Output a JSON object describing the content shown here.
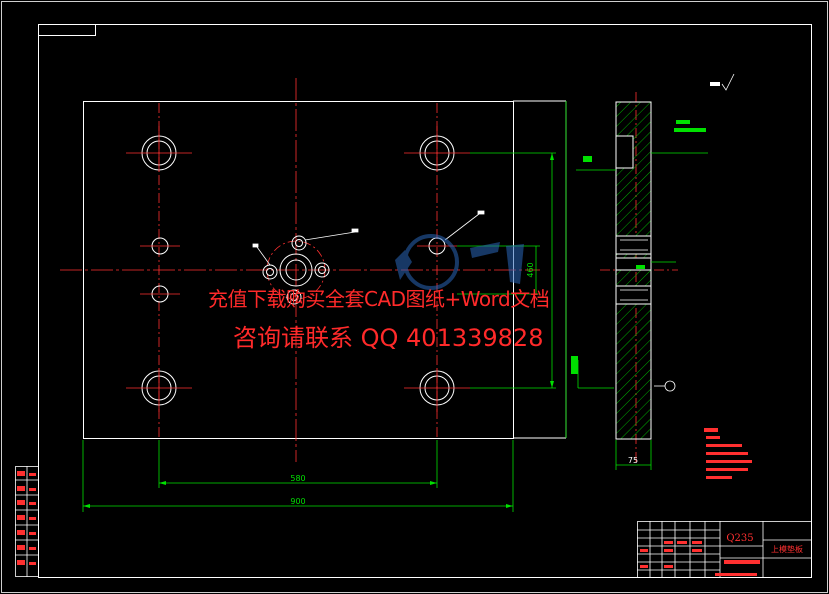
{
  "drawing": {
    "dim_width": "900",
    "dim_hole_spacing_h": "580",
    "dim_side_height": "460",
    "dim_thickness": "75",
    "material": "Q235",
    "part_name": "上模垫板",
    "surface_finish": "Ra 6.3"
  },
  "watermark": {
    "line1": "充值下载购买全套CAD图纸+Word文档",
    "line2": "咨询请联系 QQ 401339828"
  },
  "colors": {
    "background": "#000000",
    "outline": "#ffffff",
    "centerline": "#ff3030",
    "dimension": "#00e000",
    "hatch": "#00c000",
    "watermark": "#ff2a2a"
  }
}
